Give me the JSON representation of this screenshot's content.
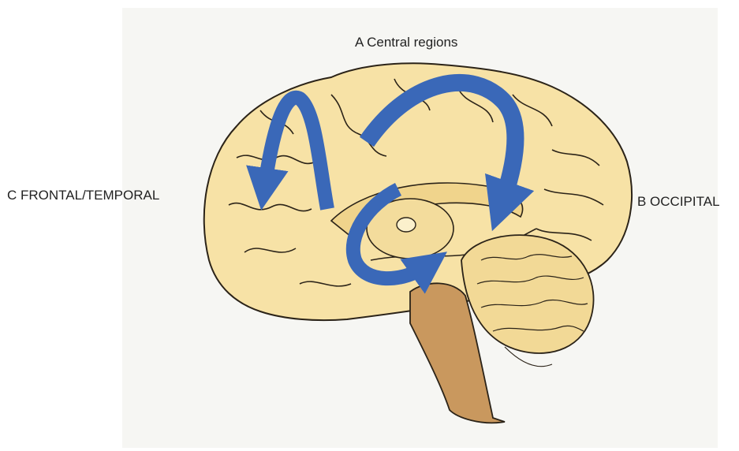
{
  "labels": {
    "a": "A Central regions",
    "b": "B OCCIPITAL",
    "c": "C FRONTAL/TEMPORAL"
  },
  "colors": {
    "brain_fill": "#f7e2a6",
    "brainstem_fill": "#c9985e",
    "arrow": "#3a68b8",
    "outline": "#2b2318"
  },
  "icons": {
    "arrow_a": "curved-arrow-icon",
    "arrow_b": "curved-arrow-icon",
    "arrow_c": "curved-arrow-icon"
  }
}
